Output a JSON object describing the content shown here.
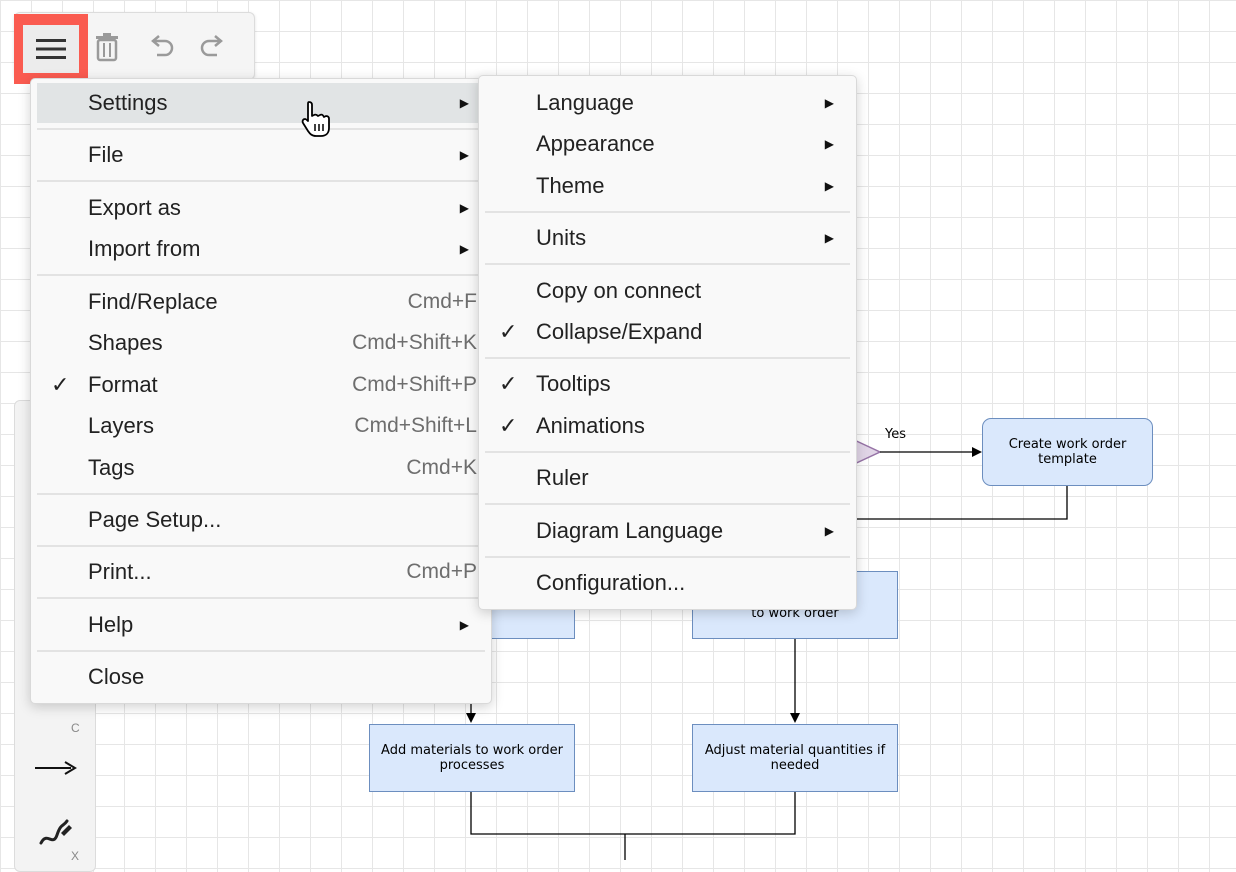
{
  "toolbar": {
    "menu_icon": "hamburger-icon",
    "delete_icon": "trash-icon",
    "undo_icon": "undo-icon",
    "redo_icon": "redo-icon"
  },
  "side_panel": {
    "hint_c": "C",
    "hint_x": "X",
    "arrow_icon": "connector-arrow-icon",
    "freehand_icon": "freehand-draw-icon"
  },
  "main_menu": {
    "settings": "Settings",
    "file": "File",
    "export_as": "Export as",
    "import_from": "Import from",
    "find_replace": "Find/Replace",
    "find_replace_shortcut": "Cmd+F",
    "shapes": "Shapes",
    "shapes_shortcut": "Cmd+Shift+K",
    "format": "Format",
    "format_shortcut": "Cmd+Shift+P",
    "layers": "Layers",
    "layers_shortcut": "Cmd+Shift+L",
    "tags": "Tags",
    "tags_shortcut": "Cmd+K",
    "page_setup": "Page Setup...",
    "print": "Print...",
    "print_shortcut": "Cmd+P",
    "help": "Help",
    "close": "Close"
  },
  "settings_menu": {
    "language": "Language",
    "appearance": "Appearance",
    "theme": "Theme",
    "units": "Units",
    "copy_on_connect": "Copy on connect",
    "collapse_expand": "Collapse/Expand",
    "tooltips": "Tooltips",
    "animations": "Animations",
    "ruler": "Ruler",
    "diagram_language": "Diagram Language",
    "configuration": "Configuration..."
  },
  "glyphs": {
    "check": "✓",
    "submenu_arrow": "▶"
  },
  "diagram": {
    "yes_label": "Yes",
    "create_template": "Create work order template",
    "to_work_order": "to work order",
    "add_materials": "Add materials to work order processes",
    "adjust_quantities": "Adjust material quantities if needed"
  }
}
